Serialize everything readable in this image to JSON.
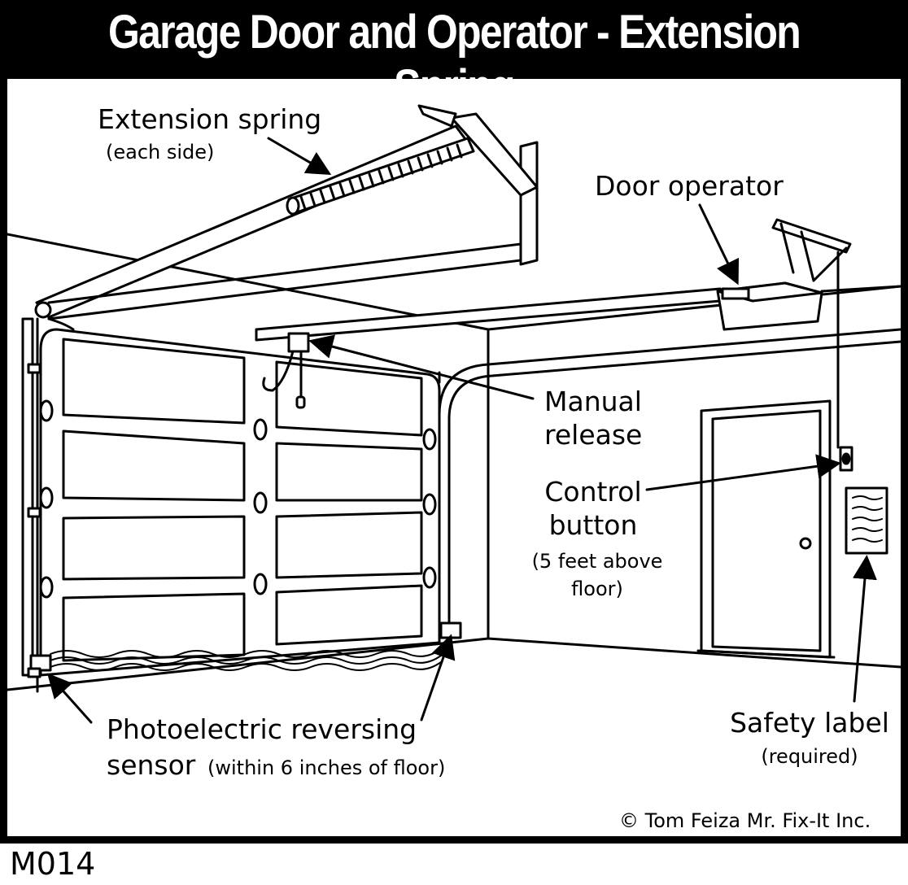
{
  "title": "Garage Door and Operator - Extension Spring",
  "labels": {
    "extension_spring": "Extension spring",
    "extension_spring_note": "(each side)",
    "door_operator": "Door operator",
    "manual_release_1": "Manual",
    "manual_release_2": "release",
    "control_button_1": "Control",
    "control_button_2": "button",
    "control_button_note_1": "(5 feet above",
    "control_button_note_2": "floor)",
    "photo_sensor_1": "Photoelectric reversing",
    "photo_sensor_2": "sensor",
    "photo_sensor_note": "(within 6 inches of floor)",
    "safety_label": "Safety label",
    "safety_label_note": "(required)"
  },
  "copyright": "© Tom Feiza Mr. Fix-It Inc.",
  "figure_code": "M014"
}
